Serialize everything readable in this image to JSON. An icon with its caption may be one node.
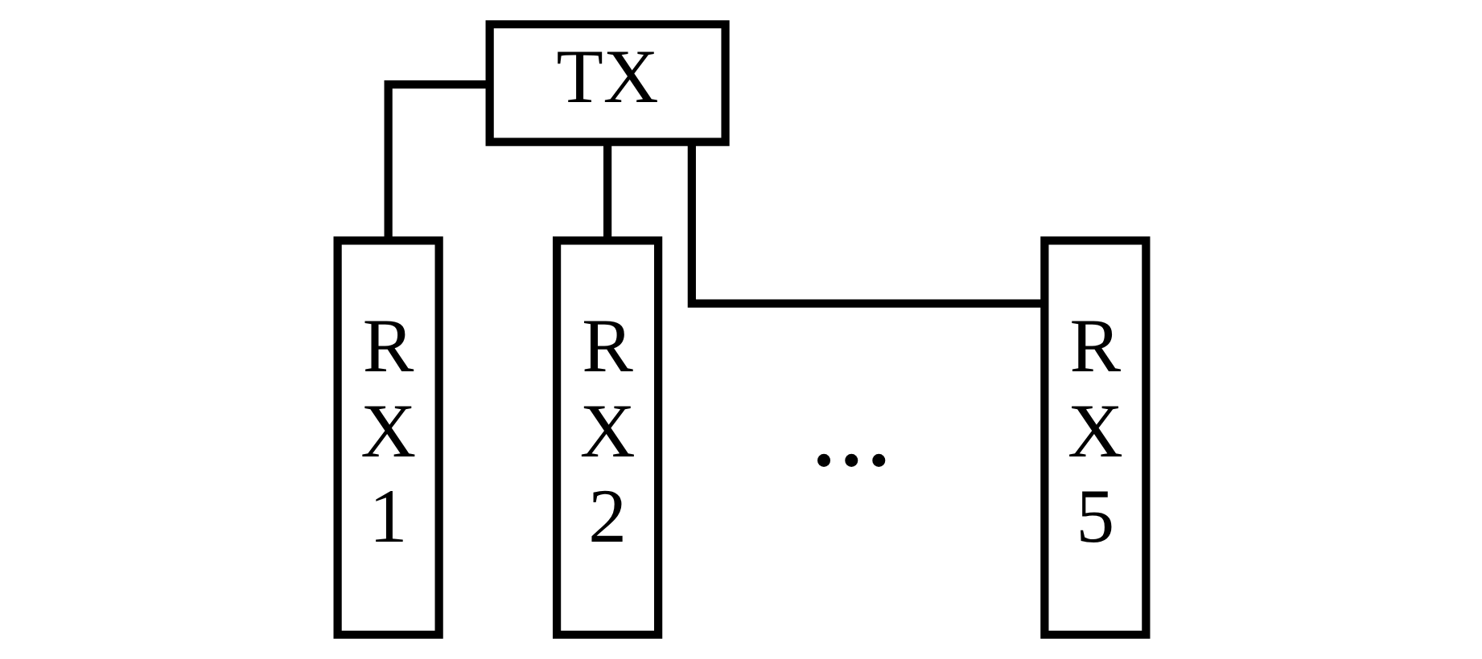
{
  "diagram": {
    "nodes": [
      {
        "text": [
          "TX"
        ]
      },
      {
        "text": [
          "R X 1"
        ]
      },
      {
        "text": [
          "R X 2"
        ]
      },
      {
        "text": [
          "R X 5"
        ]
      }
    ],
    "edges": [
      {
        "from": 0,
        "to": 1,
        "arrow": "none"
      },
      {
        "from": 0,
        "to": 2,
        "arrow": "none"
      },
      {
        "from": 0,
        "to": 3,
        "arrow": "none"
      }
    ],
    "labels": [
      "..."
    ]
  }
}
